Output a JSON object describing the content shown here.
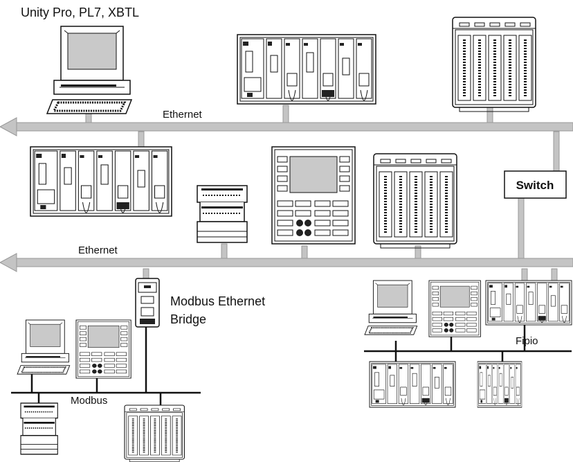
{
  "labels": {
    "software": "Unity Pro, PL7, XBTL",
    "ethernet_top": "Ethernet",
    "ethernet_middle": "Ethernet",
    "switch": "Switch",
    "bridge_line1": "Modbus Ethernet",
    "bridge_line2": "Bridge",
    "modbus": "Modbus",
    "fipio": "Fipio"
  },
  "colors": {
    "bus": "#c4c4c4",
    "ink": "#111111",
    "screen": "#c9c9c9"
  },
  "icons": [
    "pc-icon",
    "plc-rack-icon",
    "io-module-icon",
    "hmi-terminal-icon",
    "switch-box",
    "bridge-icon",
    "small-plc-icon"
  ]
}
